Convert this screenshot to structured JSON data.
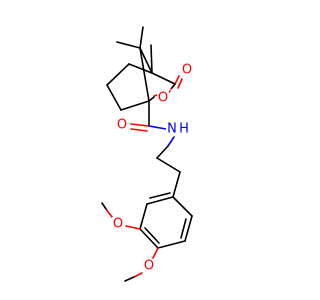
{
  "molecule": {
    "atoms": {
      "ring_oxygen": {
        "symbol": "O",
        "color": "#ff0000"
      },
      "carbonyl_oxygen_lactone": {
        "symbol": "O",
        "color": "#ff0000"
      },
      "carbonyl_oxygen_amide": {
        "symbol": "O",
        "color": "#ff0000"
      },
      "amide_nitrogen": {
        "symbol": "N",
        "color": "#0000ff"
      },
      "amide_hydrogen": {
        "symbol": "H",
        "color": "#0000ff"
      },
      "methoxy_oxygen_3": {
        "symbol": "O",
        "color": "#ff0000"
      },
      "methoxy_oxygen_4": {
        "symbol": "O",
        "color": "#ff0000"
      }
    },
    "colors": {
      "carbon_bond": "#000000",
      "oxygen": "#ff0000",
      "nitrogen": "#0000ff",
      "background": "#ffffff"
    }
  }
}
